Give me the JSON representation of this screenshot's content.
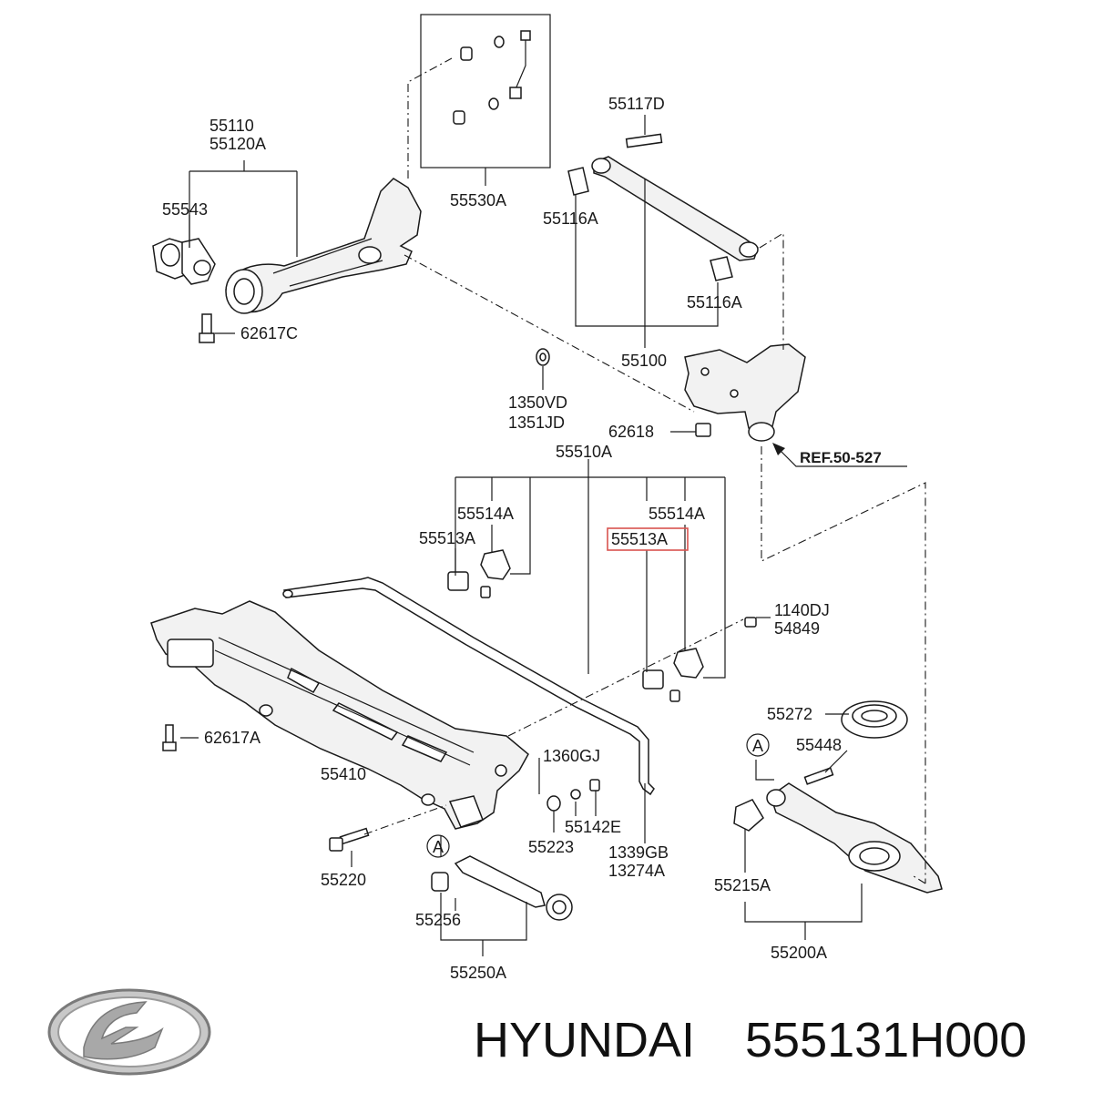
{
  "diagram": {
    "labels": {
      "l55110": "55110",
      "l55120A": "55120A",
      "l55543": "55543",
      "l62617C": "62617C",
      "l55530A": "55530A",
      "l55117D": "55117D",
      "l55116A_top": "55116A",
      "l55116A_bot": "55116A",
      "l55100": "55100",
      "l1350VD": "1350VD",
      "l1351JD": "1351JD",
      "l62618": "62618",
      "l55510A": "55510A",
      "l55514A_left": "55514A",
      "l55514A_right": "55514A",
      "l55513A_left": "55513A",
      "l55513A_right": "55513A",
      "l1140DJ": "1140DJ",
      "l54849": "54849",
      "l55272": "55272",
      "l55448": "55448",
      "l62617A": "62617A",
      "l55410": "55410",
      "l1360GJ": "1360GJ",
      "l55142E": "55142E",
      "l55223": "55223",
      "l1339GB": "1339GB",
      "l13274A": "13274A",
      "l55220": "55220",
      "l55256": "55256",
      "l55250A": "55250A",
      "l55215A": "55215A",
      "l55200A": "55200A",
      "callout_a1": "A",
      "callout_a2": "A"
    },
    "reference": "REF.50-527",
    "highlight_color": "#d9534f"
  },
  "footer": {
    "brand": "HYUNDAI",
    "part_number": "555131H000",
    "logo_icon": "hyundai-logo-icon"
  }
}
